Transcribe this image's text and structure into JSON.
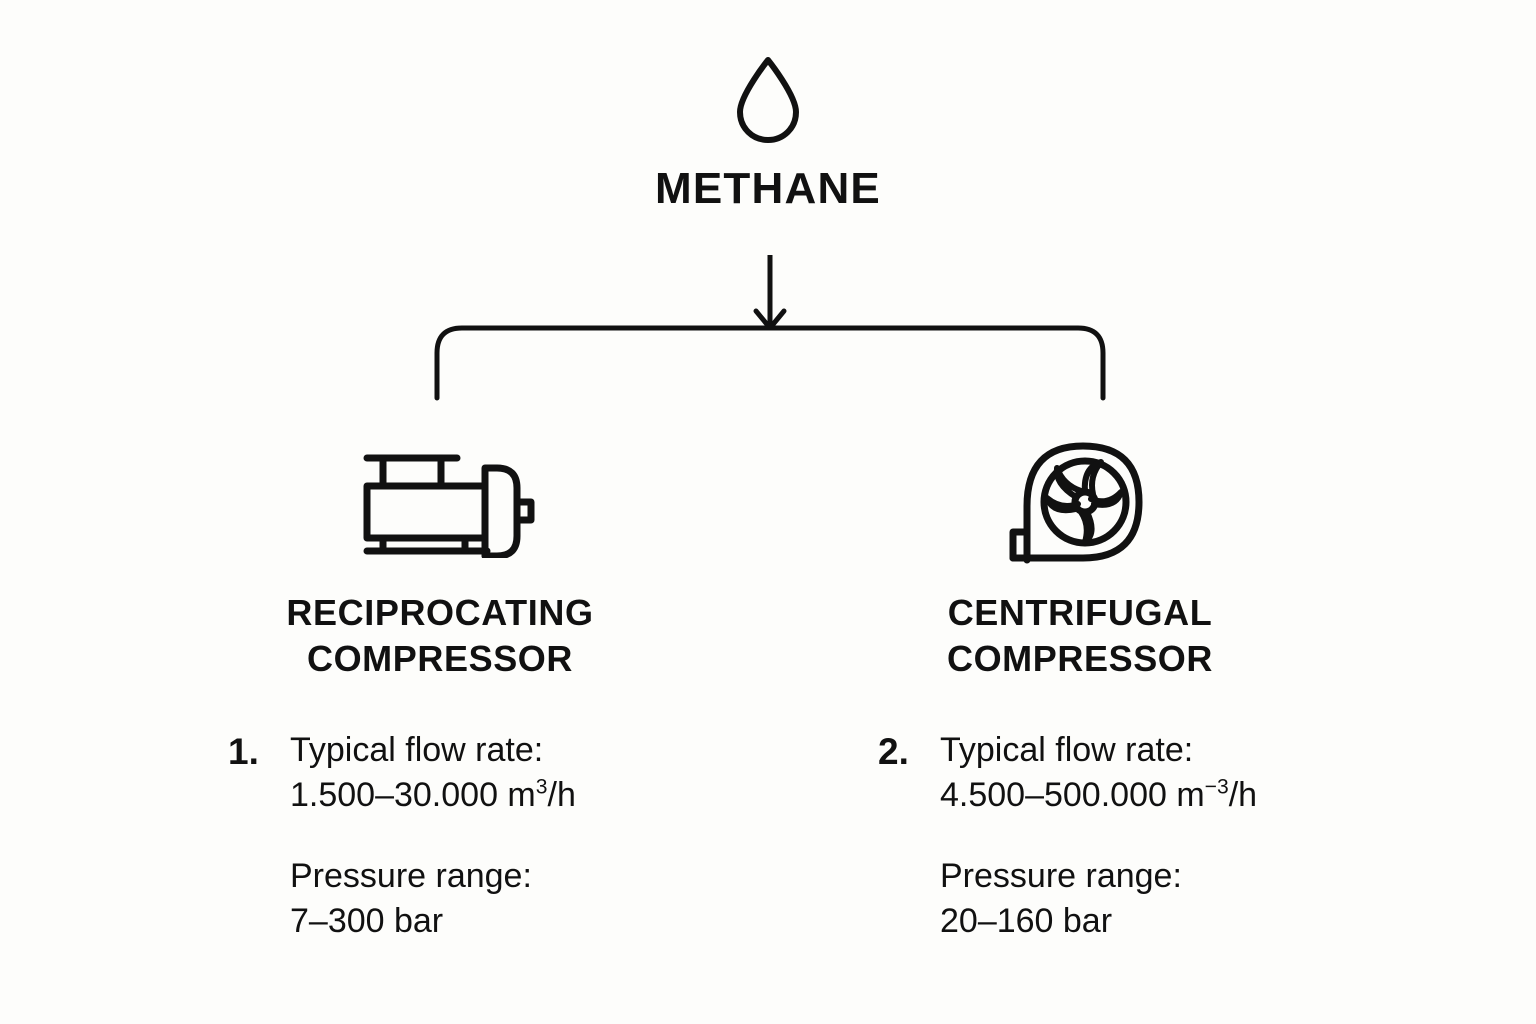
{
  "background_color": "#fdfdfb",
  "line_color": "#111111",
  "source": {
    "icon": "water-droplet-icon",
    "label": "METHANE"
  },
  "connector": {
    "type": "arrow-down-split",
    "arrow_icon": "arrow-down-icon"
  },
  "branches": [
    {
      "id": "reciprocating",
      "icon": "reciprocating-compressor-icon",
      "title_line1": "RECIPROCATING",
      "title_line2": "COMPRESSOR",
      "number": "1.",
      "specs": [
        {
          "label": "Typical flow rate:",
          "value_prefix": "1.500–30.000 m",
          "value_sup": "3",
          "value_suffix": "/h"
        },
        {
          "label": "Pressure range:",
          "value_prefix": "7–300 bar",
          "value_sup": "",
          "value_suffix": ""
        }
      ]
    },
    {
      "id": "centrifugal",
      "icon": "centrifugal-compressor-icon",
      "title_line1": "CENTRIFUGAL",
      "title_line2": "COMPRESSOR",
      "number": "2.",
      "specs": [
        {
          "label": "Typical flow rate:",
          "value_prefix": "4.500–500.000 m",
          "value_sup": "−3",
          "value_suffix": "/h"
        },
        {
          "label": "Pressure range:",
          "value_prefix": "20–160 bar",
          "value_sup": "",
          "value_suffix": ""
        }
      ]
    }
  ]
}
